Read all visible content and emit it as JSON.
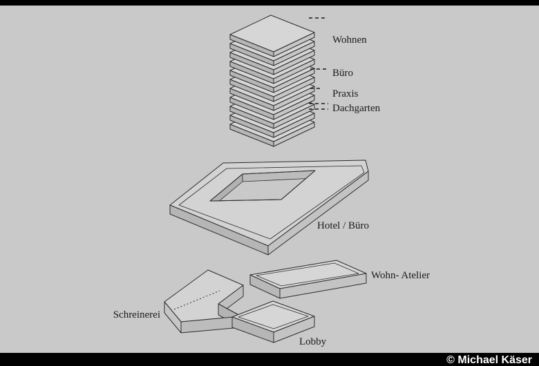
{
  "page": {
    "background_color": "#c9c9c9",
    "frame_color": "#000000",
    "line_color": "#2b2b2b",
    "label_color": "#1a1a1a"
  },
  "tower": {
    "labels": [
      "Wohnen",
      "Büro",
      "Praxis",
      "Dachgarten"
    ]
  },
  "plate": {
    "label": "Hotel / Büro"
  },
  "blocks": {
    "schreinerei": "Schreinerei",
    "atelier": "Wohn- Atelier",
    "lobby": "Lobby"
  },
  "footer": {
    "credit": "© Michael Käser",
    "text_color": "#ffffff"
  }
}
